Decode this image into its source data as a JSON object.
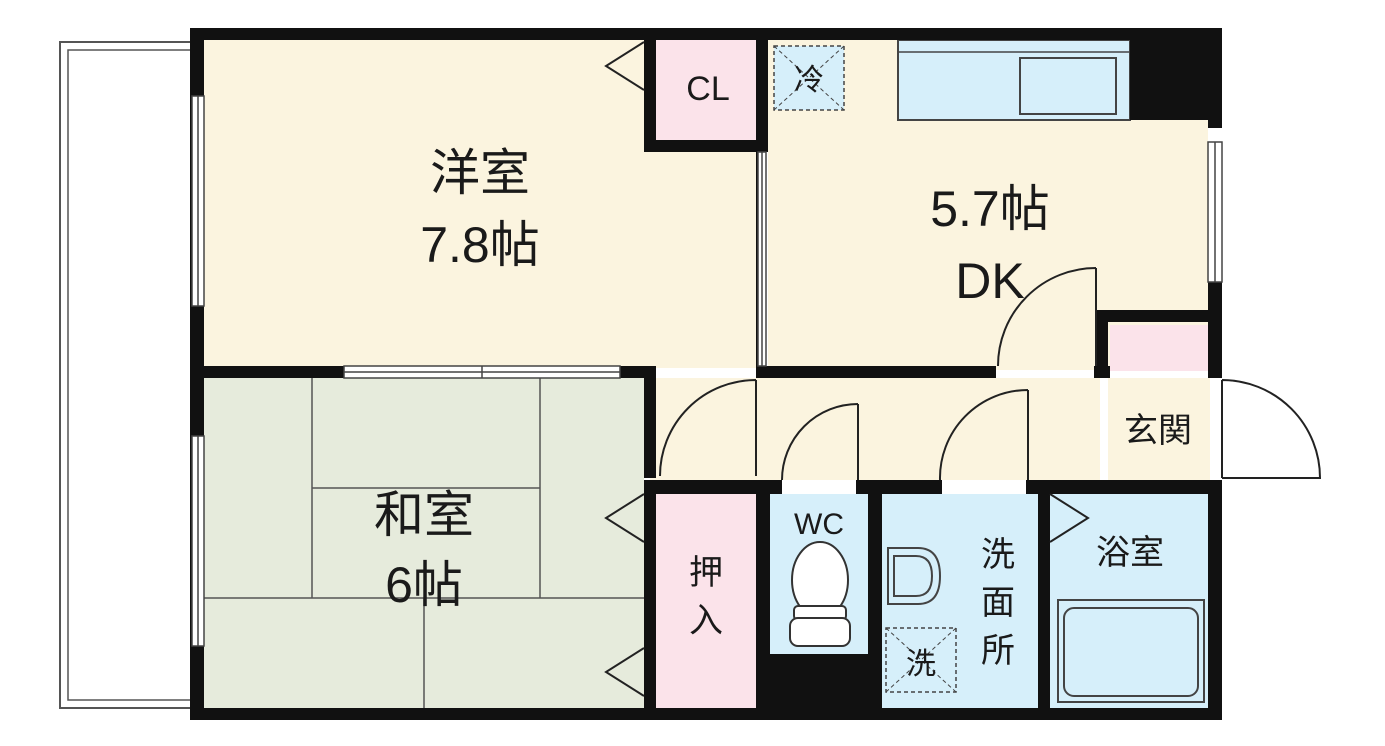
{
  "rooms": {
    "western": {
      "name": "洋室",
      "size": "7.8帖"
    },
    "dk": {
      "size": "5.7帖",
      "name": "DK"
    },
    "japanese": {
      "name": "和室",
      "size": "6帖"
    },
    "closet": {
      "name": "CL"
    },
    "oshiire": {
      "char1": "押",
      "char2": "入"
    },
    "wc": {
      "name": "WC"
    },
    "washroom": {
      "char1": "洗",
      "char2": "面",
      "char3": "所"
    },
    "bath": {
      "name": "浴室"
    },
    "entrance": {
      "name": "玄関"
    }
  },
  "fixtures": {
    "fridge": "冷",
    "washer": "洗"
  },
  "colors": {
    "western_floor": "#fbf4df",
    "tatami_floor": "#e6ebdc",
    "closet_floor": "#fbe3ea",
    "wet_area_floor": "#d6effa",
    "wall": "#111111"
  }
}
